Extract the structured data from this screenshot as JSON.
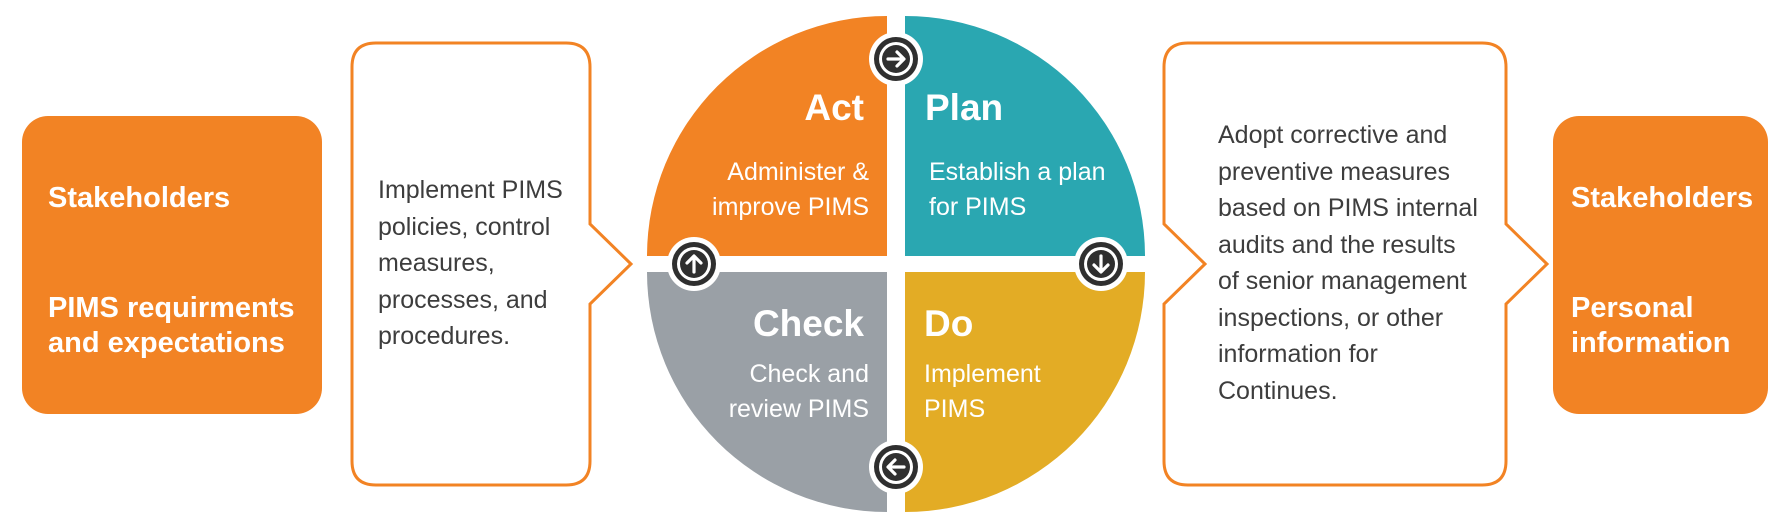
{
  "left_box": {
    "line1": "Stakeholders",
    "line2": "PIMS requirments",
    "line3": "and expectations"
  },
  "left_callout": {
    "lines": [
      "Implement PIMS",
      "policies, control",
      "measures,",
      "processes, and",
      "procedures."
    ]
  },
  "cycle": {
    "act": {
      "title": "Act",
      "desc": [
        "Administer &",
        "improve PIMS"
      ]
    },
    "plan": {
      "title": "Plan",
      "desc": [
        "Establish a plan",
        "for PIMS"
      ]
    },
    "check": {
      "title": "Check",
      "desc": [
        "Check and",
        "review PIMS"
      ]
    },
    "do": {
      "title": "Do",
      "desc": [
        "Implement",
        "PIMS"
      ]
    }
  },
  "right_callout": {
    "lines": [
      "Adopt corrective and",
      "preventive measures",
      "based on PIMS internal",
      "audits and the results",
      "of senior management",
      "inspections, or other",
      "information for",
      "Continues."
    ]
  },
  "right_box": {
    "line1": "Stakeholders",
    "line2": "Personal",
    "line3": "information"
  },
  "colors": {
    "orange": "#f28324",
    "teal": "#2aa7b1",
    "gray": "#9aa0a6",
    "gold": "#e3ac25",
    "arrow_badge": "#2f2f2f"
  },
  "icons": {
    "top": "arrow-right-icon",
    "right": "arrow-down-icon",
    "bottom": "arrow-left-icon",
    "left": "arrow-up-icon"
  }
}
